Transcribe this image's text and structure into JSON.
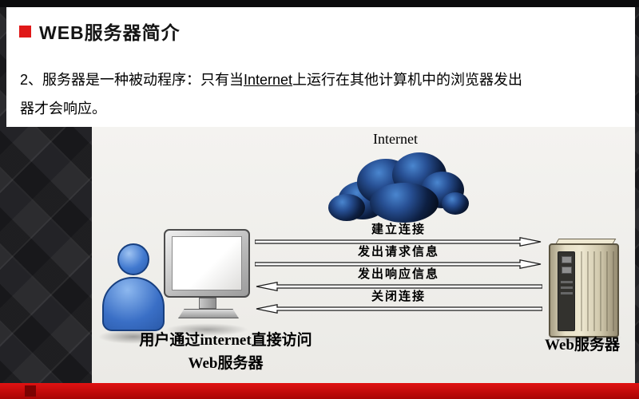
{
  "slide": {
    "title": "WEB服务器简介",
    "body": {
      "line1_pre": "2、服务器是一种被动程序：只有当",
      "line1_keyword": "Internet",
      "line1_post": "上运行在其他计算机中的浏览器发出",
      "line2": "器才会响应。"
    },
    "diagram": {
      "internet_label": "Internet",
      "arrows": [
        {
          "label": "建立连接",
          "direction": "right"
        },
        {
          "label": "发出请求信息",
          "direction": "right"
        },
        {
          "label": "发出响应信息",
          "direction": "left"
        },
        {
          "label": "关闭连接",
          "direction": "left"
        }
      ],
      "client_caption_line1": "用户通过internet直接访问",
      "client_caption_line2": "Web服务器",
      "server_label": "Web服务器"
    },
    "colors": {
      "accent_red": "#e01818",
      "bottom_bar_red": "#c20a0a",
      "background_dark": "#232327",
      "diagram_background": "#f0efec",
      "cloud_blue": "#274f93",
      "person_blue": "#3a6fc6"
    }
  }
}
